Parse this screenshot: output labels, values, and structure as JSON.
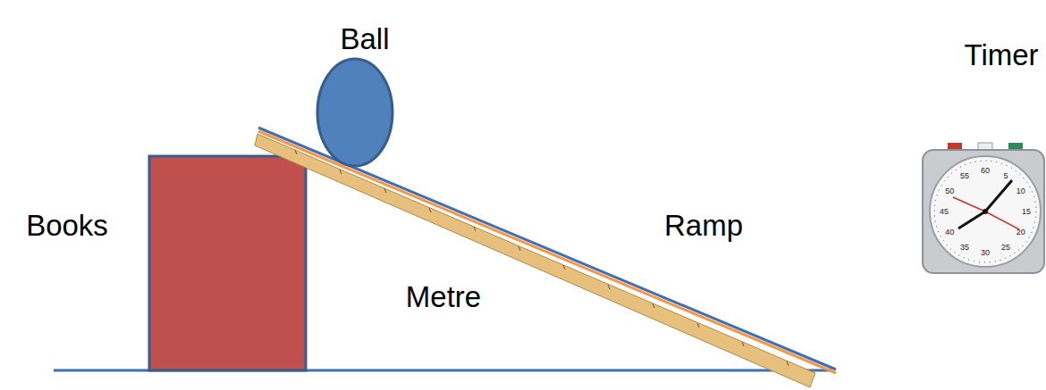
{
  "diagram": {
    "labels": [
      "Ball",
      "Timer",
      "Books",
      "Ramp",
      "Metre",
      "60",
      "5",
      "10",
      "15",
      "20",
      "25",
      "30",
      "35",
      "40",
      "45",
      "50",
      "55"
    ]
  }
}
